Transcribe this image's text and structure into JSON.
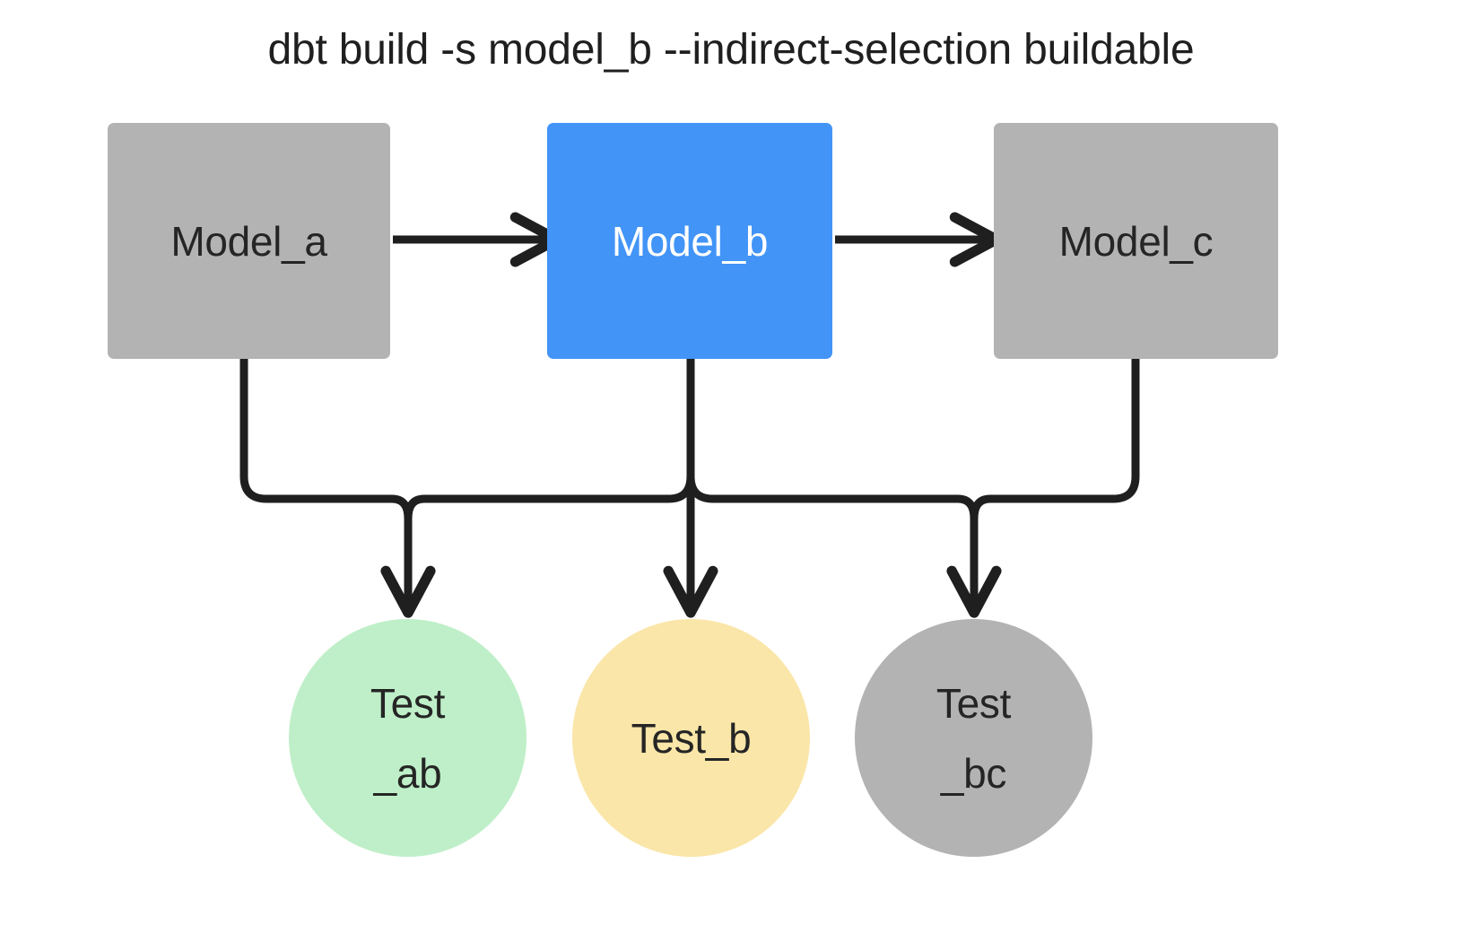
{
  "diagram": {
    "title": "dbt build -s model_b --indirect-selection buildable",
    "type": "dag",
    "background_color": "#ffffff",
    "edge_color": "#1f1f1f",
    "colors": {
      "grey": "#b3b3b3",
      "blue": "#4294f7",
      "green": "#bfefc8",
      "yellow": "#fae6a8",
      "text_dark": "#252525",
      "text_light": "#ffffff"
    },
    "models": [
      {
        "id": "model_a",
        "label": "Model_a",
        "shape": "rect",
        "fill": "#b3b3b3",
        "text_color": "#252525",
        "selected": false
      },
      {
        "id": "model_b",
        "label": "Model_b",
        "shape": "rect",
        "fill": "#4294f7",
        "text_color": "#ffffff",
        "selected": true
      },
      {
        "id": "model_c",
        "label": "Model_c",
        "shape": "rect",
        "fill": "#b3b3b3",
        "text_color": "#252525",
        "selected": false
      }
    ],
    "tests": [
      {
        "id": "test_ab",
        "label": "Test\n_ab",
        "shape": "circle",
        "fill": "#bfefc8",
        "text_color": "#252525",
        "state": "buildable"
      },
      {
        "id": "test_b",
        "label": "Test_b",
        "shape": "circle",
        "fill": "#fae6a8",
        "text_color": "#252525",
        "state": "selected"
      },
      {
        "id": "test_bc",
        "label": "Test\n_bc",
        "shape": "circle",
        "fill": "#b3b3b3",
        "text_color": "#252525",
        "state": "skipped"
      }
    ],
    "edges": [
      {
        "from": "model_a",
        "to": "model_b",
        "style": "straight-arrow"
      },
      {
        "from": "model_b",
        "to": "model_c",
        "style": "straight-arrow"
      },
      {
        "from": "model_a",
        "to": "test_ab",
        "style": "orthogonal-arrow"
      },
      {
        "from": "model_b",
        "to": "test_ab",
        "style": "orthogonal-arrow"
      },
      {
        "from": "model_b",
        "to": "test_b",
        "style": "straight-arrow"
      },
      {
        "from": "model_b",
        "to": "test_bc",
        "style": "orthogonal-arrow"
      },
      {
        "from": "model_c",
        "to": "test_bc",
        "style": "orthogonal-arrow"
      }
    ]
  }
}
